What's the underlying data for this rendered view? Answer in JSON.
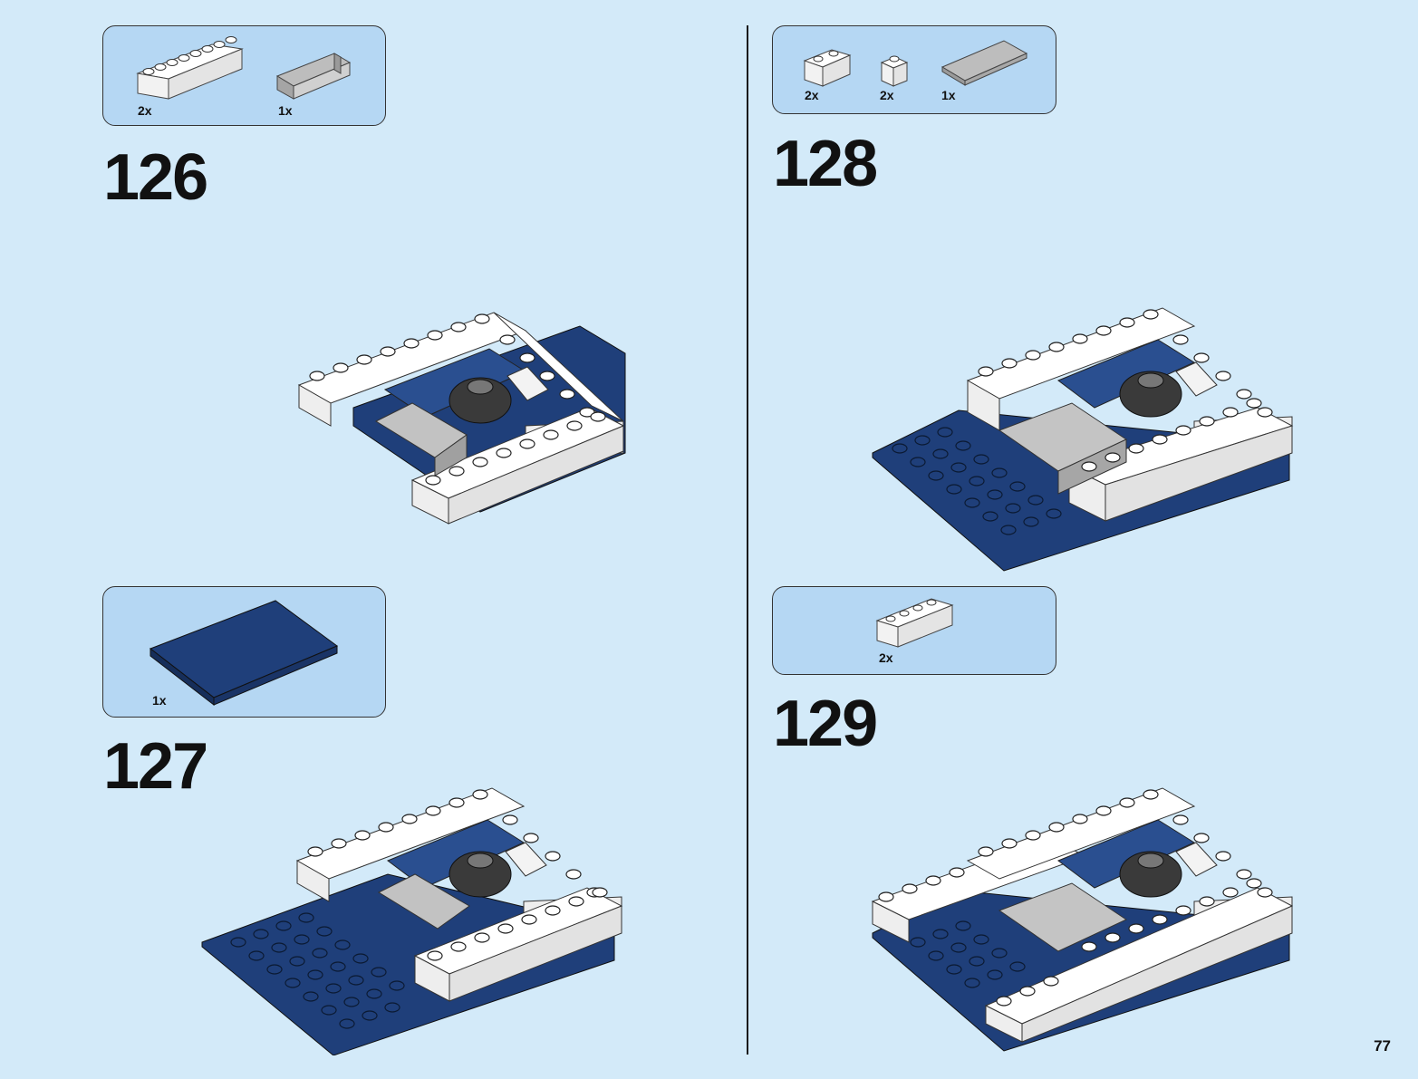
{
  "steps": [
    {
      "number": "126",
      "parts": [
        {
          "qty": "2x",
          "part": "white-brick-1x6"
        },
        {
          "qty": "1x",
          "part": "gray-bracket"
        }
      ]
    },
    {
      "number": "127",
      "parts": [
        {
          "qty": "1x",
          "part": "dark-blue-plate-6x8"
        }
      ]
    },
    {
      "number": "128",
      "parts": [
        {
          "qty": "2x",
          "part": "white-brick-1x2"
        },
        {
          "qty": "2x",
          "part": "white-brick-1x1"
        },
        {
          "qty": "1x",
          "part": "gray-tile-2x4"
        }
      ]
    },
    {
      "number": "129",
      "parts": [
        {
          "qty": "2x",
          "part": "white-brick-1x4"
        }
      ]
    }
  ],
  "page_number": "77",
  "colors": {
    "background": "#d3eaf9",
    "parts_box": "#b5d7f3",
    "dark_blue": "#1f3f7a",
    "white_brick": "#ffffff",
    "gray": "#b7b7b7"
  }
}
